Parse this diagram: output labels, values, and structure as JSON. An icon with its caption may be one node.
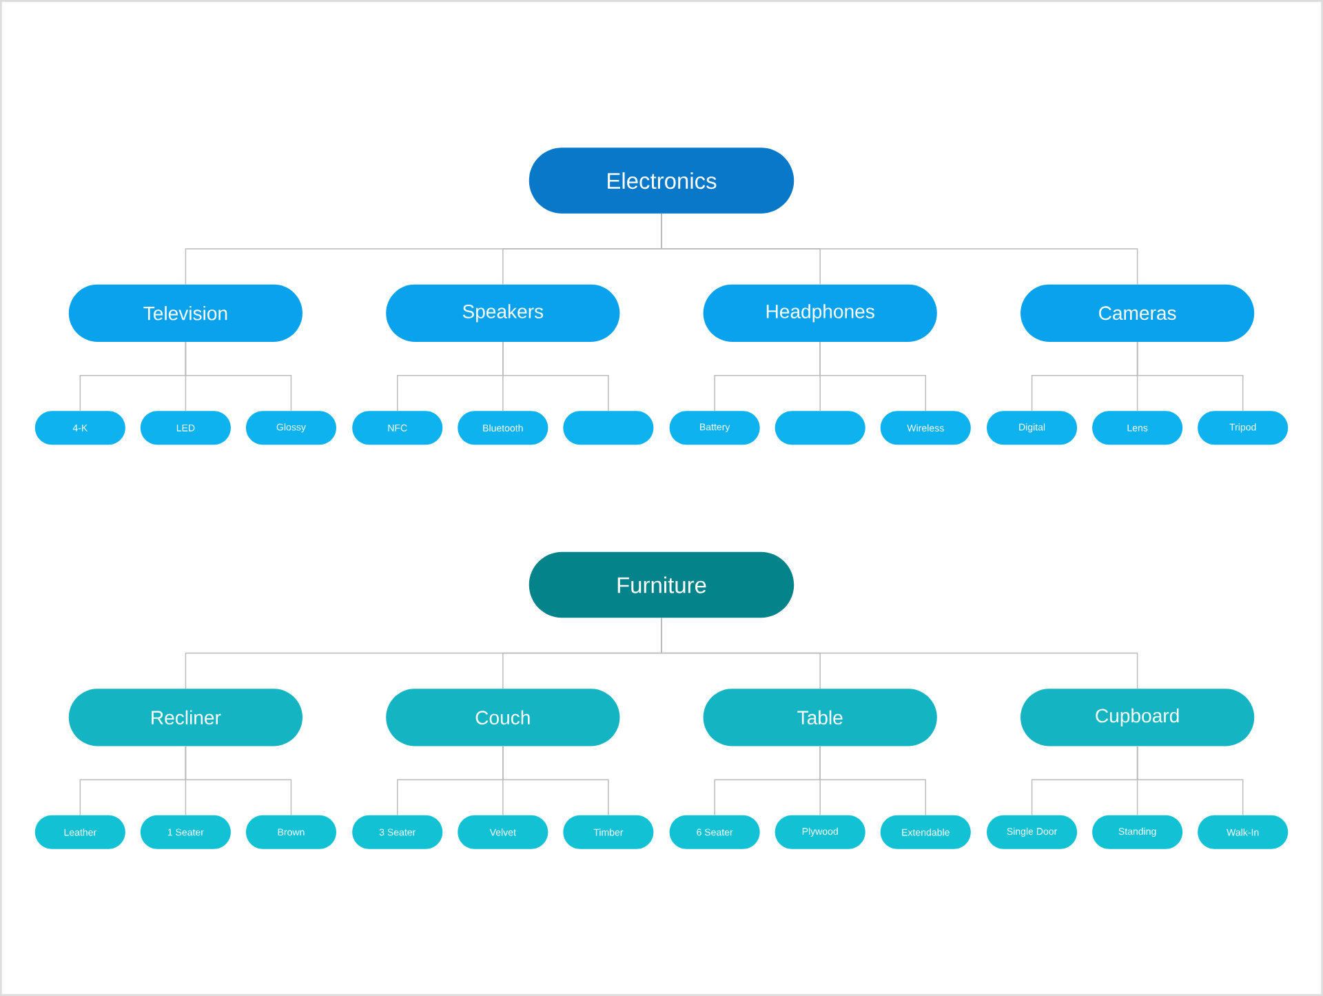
{
  "diagram": {
    "nodes": [
      {
        "text": [
          "Electronics"
        ]
      },
      {
        "text": [
          "Television"
        ]
      },
      {
        "text": [
          "Speakers"
        ]
      },
      {
        "text": [
          "Headphones"
        ]
      },
      {
        "text": [
          "Cameras"
        ]
      },
      {
        "text": [
          "4-K"
        ]
      },
      {
        "text": [
          "LED"
        ]
      },
      {
        "text": [
          "Glossy"
        ]
      },
      {
        "text": [
          "NFC"
        ]
      },
      {
        "text": [
          "Bluetooth"
        ]
      },
      {
        "text": [],
        "shape": "box"
      },
      {
        "text": [
          "Battery"
        ]
      },
      {
        "text": [],
        "shape": "box"
      },
      {
        "text": [
          "Wireless"
        ]
      },
      {
        "text": [
          "Digital"
        ]
      },
      {
        "text": [
          "Lens"
        ]
      },
      {
        "text": [
          "Tripod"
        ]
      },
      {
        "text": [
          "Furniture"
        ]
      },
      {
        "text": [
          "Recliner"
        ]
      },
      {
        "text": [
          "Couch"
        ]
      },
      {
        "text": [
          "Table"
        ]
      },
      {
        "text": [
          "Cupboard"
        ]
      },
      {
        "text": [
          "Leather"
        ]
      },
      {
        "text": [
          "1 Seater"
        ]
      },
      {
        "text": [
          "Brown"
        ]
      },
      {
        "text": [
          "3 Seater"
        ]
      },
      {
        "text": [
          "Velvet"
        ]
      },
      {
        "text": [
          "Timber"
        ]
      },
      {
        "text": [
          "6 Seater"
        ]
      },
      {
        "text": [
          "Plywood"
        ]
      },
      {
        "text": [
          "Extendable"
        ]
      },
      {
        "text": [
          "Single Door"
        ]
      },
      {
        "text": [
          "Standing"
        ]
      },
      {
        "text": [
          "Walk-In"
        ]
      }
    ],
    "edges": [
      {
        "from": 0,
        "to": 1,
        "arrow": "none"
      },
      {
        "from": 0,
        "to": 2,
        "arrow": "none"
      },
      {
        "from": 0,
        "to": 3,
        "arrow": "none"
      },
      {
        "from": 0,
        "to": 4,
        "arrow": "none"
      },
      {
        "from": 1,
        "to": 5,
        "arrow": "none"
      },
      {
        "from": 1,
        "to": 6,
        "arrow": "none"
      },
      {
        "from": 1,
        "to": 7,
        "arrow": "none"
      },
      {
        "from": 2,
        "to": 8,
        "arrow": "none"
      },
      {
        "from": 2,
        "to": 9,
        "arrow": "none"
      },
      {
        "from": 2,
        "to": 10,
        "arrow": "none"
      },
      {
        "from": 3,
        "to": 11,
        "arrow": "none"
      },
      {
        "from": 3,
        "to": 12,
        "arrow": "none"
      },
      {
        "from": 3,
        "to": 13,
        "arrow": "none"
      },
      {
        "from": 4,
        "to": 14,
        "arrow": "none"
      },
      {
        "from": 4,
        "to": 15,
        "arrow": "none"
      },
      {
        "from": 4,
        "to": 16,
        "arrow": "none"
      },
      {
        "from": 17,
        "to": 18,
        "arrow": "none"
      },
      {
        "from": 17,
        "to": 19,
        "arrow": "none"
      },
      {
        "from": 17,
        "to": 20,
        "arrow": "none"
      },
      {
        "from": 17,
        "to": 21,
        "arrow": "none"
      },
      {
        "from": 18,
        "to": 22,
        "arrow": "none"
      },
      {
        "from": 18,
        "to": 23,
        "arrow": "none"
      },
      {
        "from": 18,
        "to": 24,
        "arrow": "none"
      },
      {
        "from": 19,
        "to": 25,
        "arrow": "none"
      },
      {
        "from": 19,
        "to": 26,
        "arrow": "none"
      },
      {
        "from": 19,
        "to": 27,
        "arrow": "none"
      },
      {
        "from": 20,
        "to": 28,
        "arrow": "none"
      },
      {
        "from": 20,
        "to": 29,
        "arrow": "none"
      },
      {
        "from": 20,
        "to": 30,
        "arrow": "none"
      },
      {
        "from": 21,
        "to": 31,
        "arrow": "none"
      },
      {
        "from": 21,
        "to": 32,
        "arrow": "none"
      },
      {
        "from": 21,
        "to": 33,
        "arrow": "none"
      }
    ]
  }
}
